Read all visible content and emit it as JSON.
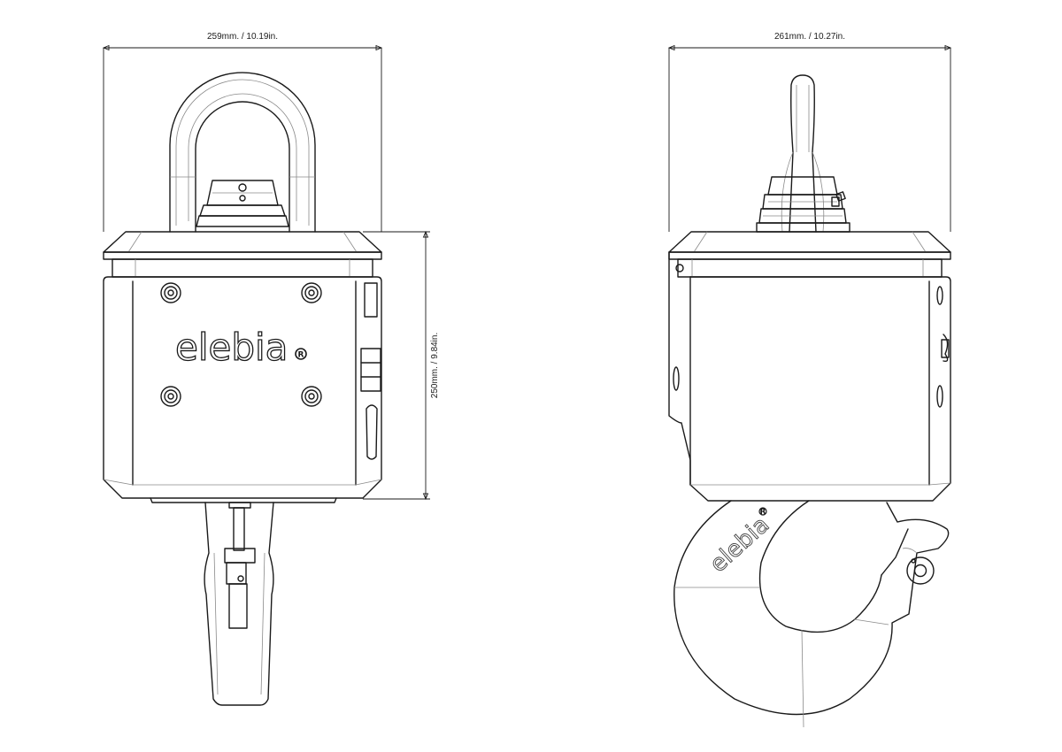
{
  "front_view": {
    "width_label": "259mm. / 10.19in.",
    "height_label": "250mm. / 9.84in.",
    "brand": "elebia"
  },
  "side_view": {
    "width_label": "261mm. / 10.27in.",
    "brand": "elebia"
  },
  "colors": {
    "line": "#1a1a1a",
    "background": "#ffffff"
  }
}
